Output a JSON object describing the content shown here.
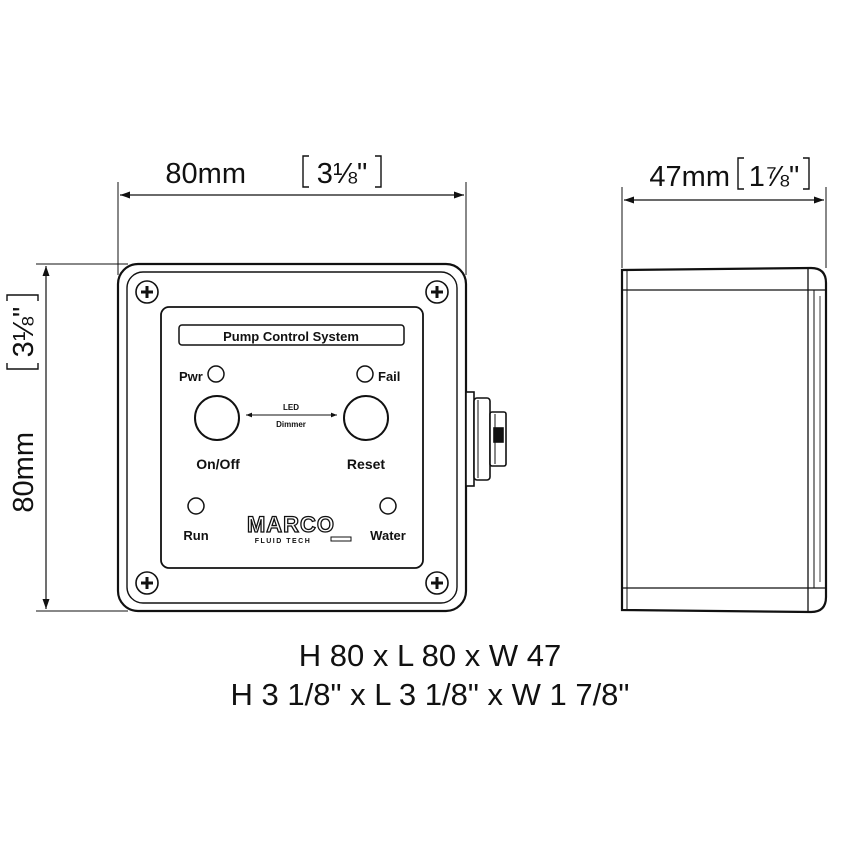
{
  "dimensions": {
    "width_mm": "80mm",
    "width_in": "3⅛\"",
    "height_mm": "80mm",
    "height_in": "3⅛\"",
    "depth_mm": "47mm",
    "depth_in": "1⅞\""
  },
  "panel": {
    "title": "Pump Control System",
    "pwr_label": "Pwr",
    "fail_label": "Fail",
    "led_label": "LED",
    "dimmer_label": "Dimmer",
    "onoff_label": "On/Off",
    "reset_label": "Reset",
    "run_label": "Run",
    "water_label": "Water",
    "brand": "MARCO",
    "brand_sub": "FLUID TECH"
  },
  "caption": {
    "line1": "H 80 x L 80 x W 47",
    "line2": "H 3 1/8\" x L 3 1/8\" x W 1 7/8\""
  }
}
